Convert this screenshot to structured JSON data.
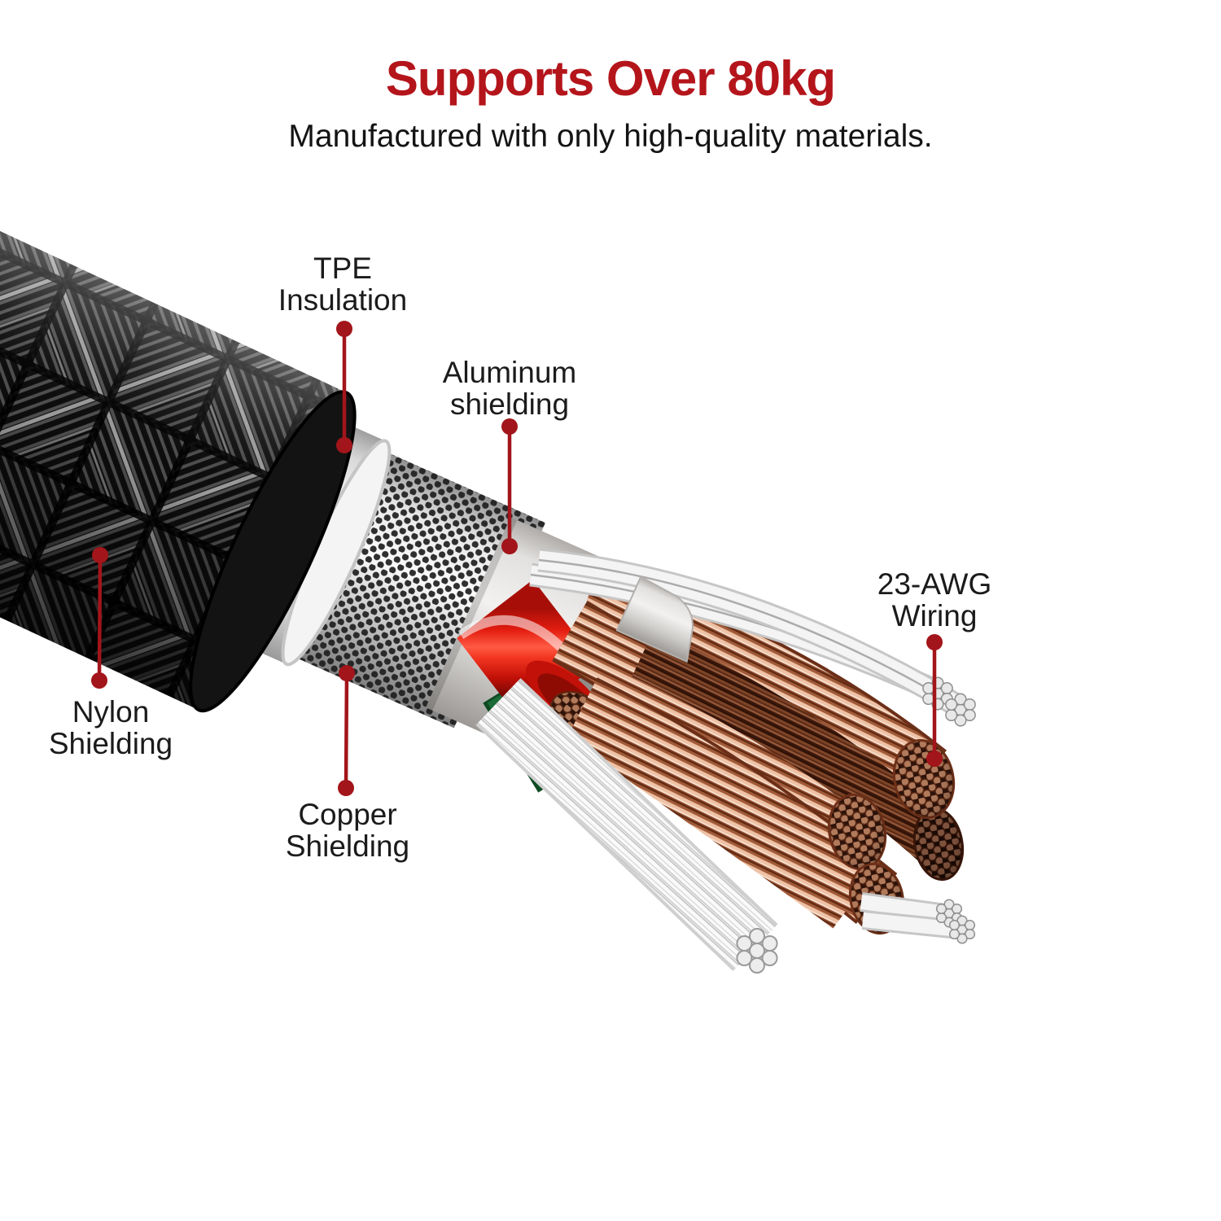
{
  "header": {
    "title": "Supports Over 80kg",
    "subtitle": "Manufactured with only high-quality materials."
  },
  "callouts": {
    "tpe": {
      "line1": "TPE",
      "line2": "Insulation"
    },
    "aluminum": {
      "line1": "Aluminum",
      "line2": "shielding"
    },
    "awg": {
      "line1": "23-AWG",
      "line2": "Wiring"
    },
    "nylon": {
      "line1": "Nylon",
      "line2": "Shielding"
    },
    "copper": {
      "line1": "Copper",
      "line2": "Shielding"
    }
  },
  "colors": {
    "title_red": "#B4151B",
    "leader_red": "#A2151A",
    "text_black": "#1B1B1B",
    "braid_black": "#111111",
    "tpe_white": "#F4F4F4",
    "mesh_silver": "#D9D9D9",
    "aluminum_gray": "#CCC9C6",
    "wire_red": "#E01C10",
    "wire_green": "#1B6B36",
    "copper_light": "#EFC2A6",
    "copper_dark": "#5E2812"
  }
}
